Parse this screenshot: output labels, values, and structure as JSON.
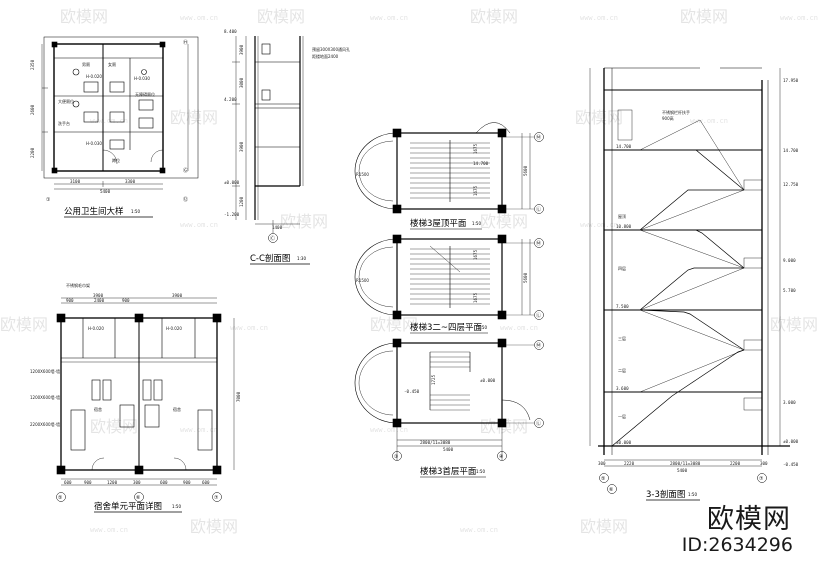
{
  "titles": {
    "toilet": "公用卫生间大样",
    "toilet_scale": "1:50",
    "section_cc": "C-C剖面图",
    "section_cc_scale": "1:30",
    "stair_roof": "楼梯3屋顶平面",
    "stair_roof_scale": "1:50",
    "stair_mid": "楼梯3二~四层平面",
    "stair_mid_scale": "1:50",
    "stair_ground": "楼梯3首层平面",
    "stair_ground_scale": "1:50",
    "dorm": "宿舍单元平面详图",
    "dorm_scale": "1:50",
    "section_33": "3-3剖面图",
    "section_33_scale": "1:50"
  },
  "toilet": {
    "dims_bottom": [
      "3100",
      "3300",
      "5400"
    ],
    "dims_left": [
      "2350",
      "2600",
      "2200"
    ],
    "labels": [
      "男厕",
      "女厕",
      "大便厕位",
      "无障碍厕位",
      "洗手台",
      "蹲位"
    ],
    "elev": [
      "H-0.020",
      "H-0.030",
      "H-0.030"
    ],
    "axis": [
      "①",
      "⑫",
      "Ⓗ",
      "Ⓖ"
    ]
  },
  "section_cc": {
    "note_lines": [
      "预留300X300通风孔",
      "距楼地面2400"
    ],
    "elevations": [
      "8.400",
      "4.200",
      "±0.000",
      "-1.200"
    ],
    "dims": [
      "3900",
      "3000",
      "3900",
      "1200",
      "1400"
    ],
    "axis": "Ⓒ"
  },
  "stairs": {
    "roof_dims": [
      "14.700",
      "5600",
      "1675",
      "1675"
    ],
    "mid_dims": [
      "1675",
      "5600",
      "1675"
    ],
    "ground_dims": [
      "1725",
      "±0.000",
      "-0.450",
      "2800/11=3080",
      "5400"
    ],
    "radius": [
      "R1500",
      "R1500"
    ],
    "axis_right": [
      "Ⓜ",
      "Ⓛ"
    ],
    "axis_bottom": [
      "③",
      "④"
    ]
  },
  "dorm": {
    "top_note": "不锈钢毛巾架",
    "top_dims": [
      "3900",
      "3900"
    ],
    "sub_dims": [
      "900",
      "2400",
      "900"
    ],
    "left_notes": [
      "1200X600墙-墙",
      "1200X600墙-墙",
      "2200X600墙-墙"
    ],
    "rooms": [
      "宿舍",
      "宿舍"
    ],
    "bottom_dims": [
      "600",
      "900",
      "1200",
      "300",
      "600",
      "900",
      "600"
    ],
    "side_dim": "7000",
    "elev": [
      "H-0.020",
      "H-0.020"
    ],
    "axis_bottom": [
      "⑤",
      "⑥",
      "⑦"
    ]
  },
  "section_33": {
    "floor_labels": [
      "一层",
      "二层",
      "三层",
      "四层",
      "屋顶"
    ],
    "right_elev": [
      "17.950",
      "14.700",
      "12.750",
      "9.000",
      "5.700",
      "3.000",
      "±0.000",
      "-0.450"
    ],
    "left_elev": [
      "14.700",
      "10.800",
      "7.500",
      "3.600",
      "±0.000"
    ],
    "bottom_dims": [
      "300",
      "2220",
      "2800/11=3080",
      "2200",
      "300",
      "5400"
    ],
    "notes": [
      "不锈钢栏杆扶手",
      "900高"
    ],
    "axis_bottom": [
      "⑤",
      "⑥",
      "⑦"
    ]
  },
  "watermark": {
    "brand_text": "欧模网",
    "url": "www.om.cn"
  },
  "brand": {
    "name": "欧模网",
    "id_label": "ID:2634296"
  }
}
